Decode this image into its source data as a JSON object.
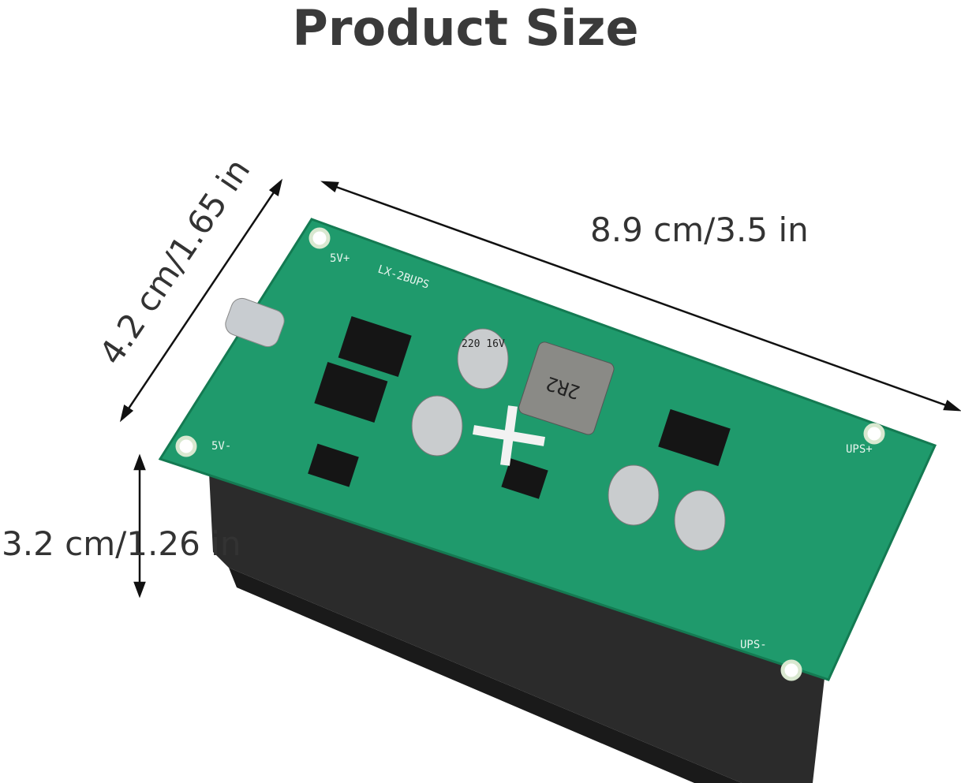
{
  "title": "Product Size",
  "dimensions": {
    "length": "8.9 cm/3.5 in",
    "width": "4.2 cm/1.65 in",
    "height": "3.2 cm/1.26 in"
  },
  "board_labels": {
    "v_plus": "5V+",
    "v_minus": "5V-",
    "ups_plus": "UPS+",
    "ups_minus": "UPS-",
    "model": "LX-2BUPS",
    "inductor": "2R2",
    "capacitor": "220 16V"
  },
  "colors": {
    "pcb": "#1f9a6c",
    "holder": "#2a2a2a",
    "text": "#333333"
  }
}
